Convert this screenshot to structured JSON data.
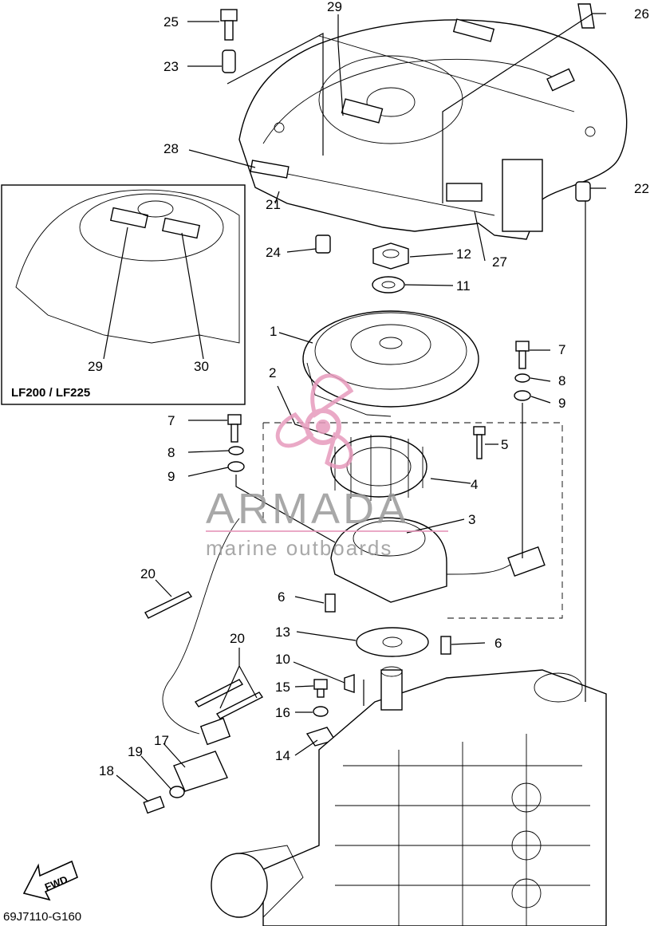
{
  "labels": {
    "n1": "1",
    "n2": "2",
    "n3": "3",
    "n4": "4",
    "n5": "5",
    "n6a": "6",
    "n6b": "6",
    "n7a": "7",
    "n7b": "7",
    "n8a": "8",
    "n8b": "8",
    "n9a": "9",
    "n9b": "9",
    "n10": "10",
    "n11": "11",
    "n12": "12",
    "n13": "13",
    "n14": "14",
    "n15": "15",
    "n16": "16",
    "n17": "17",
    "n18": "18",
    "n19": "19",
    "n20a": "20",
    "n20b": "20",
    "n21": "21",
    "n22": "22",
    "n23": "23",
    "n24": "24",
    "n25": "25",
    "n26": "26",
    "n27": "27",
    "n28": "28",
    "n29a": "29",
    "n29b": "29",
    "n30": "30"
  },
  "inset": {
    "title": "LF200 / LF225"
  },
  "watermark": {
    "brand": "ARMADA",
    "tagline": "marine outboards",
    "color": "#e8a0c0"
  },
  "fwd": "FWD",
  "code": "69J7110-G160"
}
